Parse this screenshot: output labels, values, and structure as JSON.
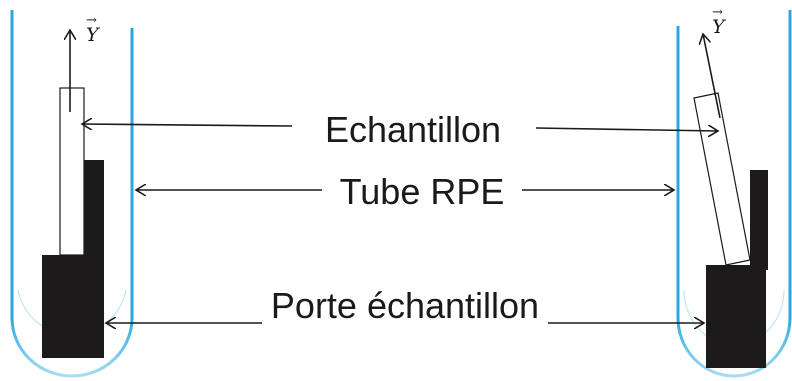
{
  "labels": {
    "sample": "Echantillon",
    "tube": "Tube RPE",
    "holder": "Porte échantillon"
  },
  "axis_symbol": "Y",
  "axis_arrow_glyph": "→",
  "colors": {
    "tube": "#29a8df",
    "tube_light": "#a8dcf2",
    "holder": "#1c1a1a",
    "ink": "#1a1a1a"
  }
}
